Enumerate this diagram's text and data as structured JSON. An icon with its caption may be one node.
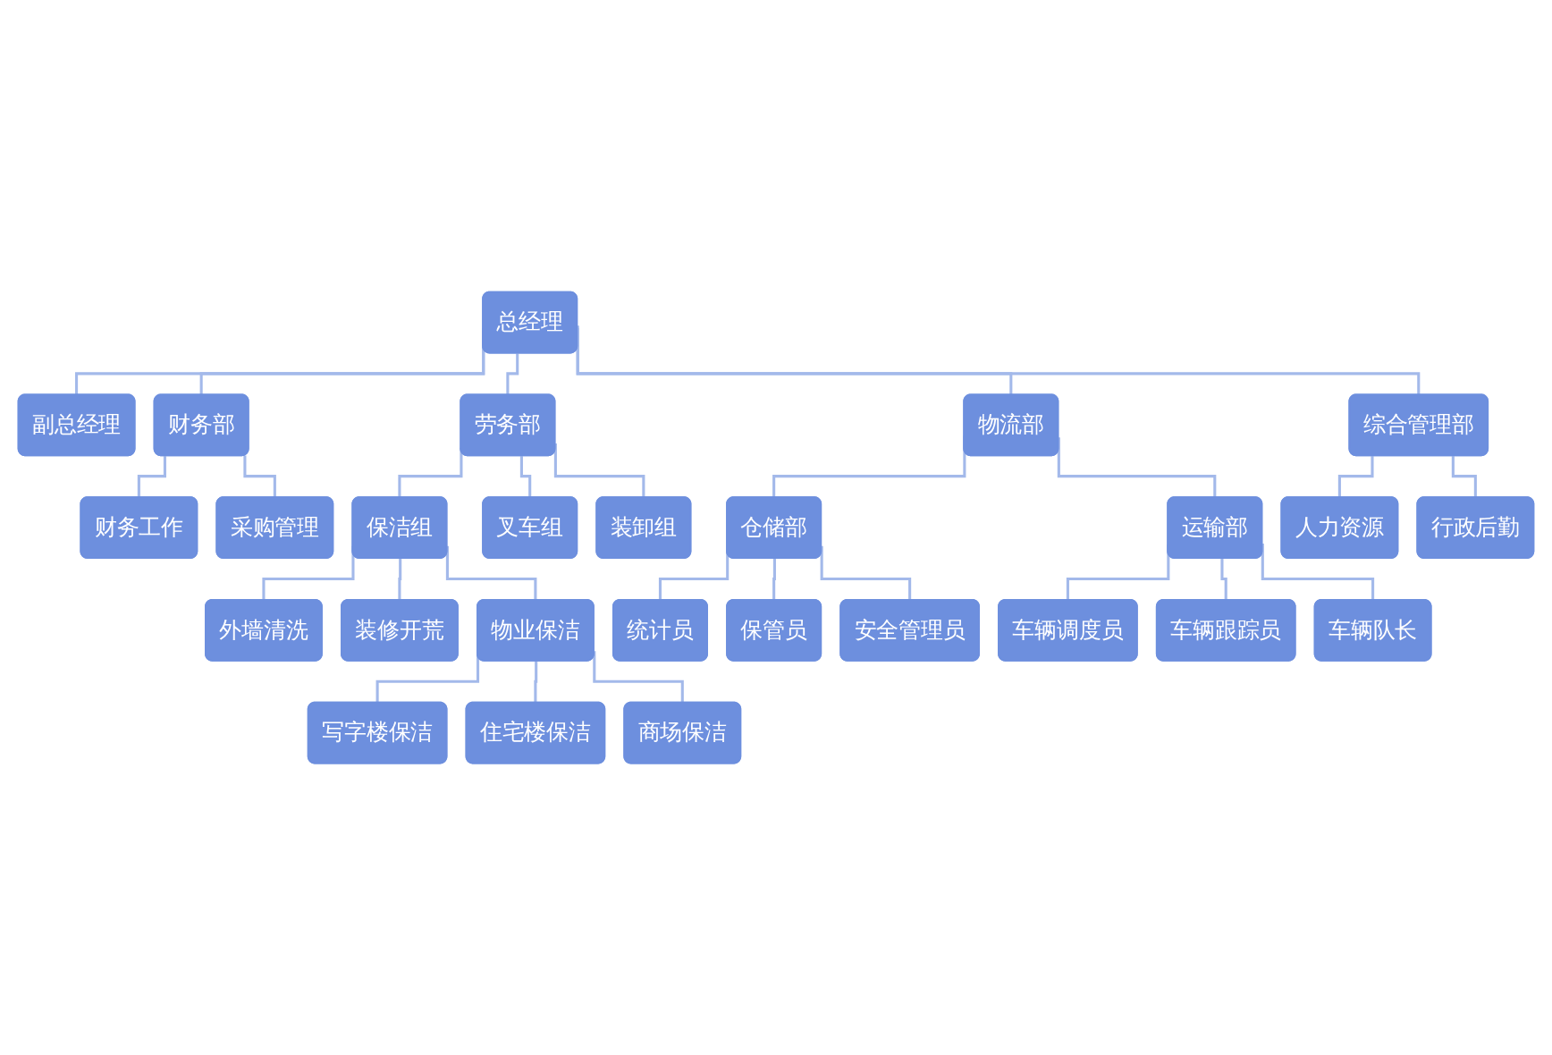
{
  "diagram": {
    "nodes": [
      {
        "text": [
          "总经理"
        ]
      },
      {
        "text": [
          "副总经理"
        ]
      },
      {
        "text": [
          "财务部"
        ]
      },
      {
        "text": [
          "劳务部"
        ]
      },
      {
        "text": [
          "物流部"
        ]
      },
      {
        "text": [
          "综合管理部"
        ]
      },
      {
        "text": [
          "财务工作"
        ]
      },
      {
        "text": [
          "采购管理"
        ]
      },
      {
        "text": [
          "保洁组"
        ]
      },
      {
        "text": [
          "叉车组"
        ]
      },
      {
        "text": [
          "装卸组"
        ]
      },
      {
        "text": [
          "仓储部"
        ]
      },
      {
        "text": [
          "运输部"
        ]
      },
      {
        "text": [
          "人力资源"
        ]
      },
      {
        "text": [
          "行政后勤"
        ]
      },
      {
        "text": [
          "外墙清洗"
        ]
      },
      {
        "text": [
          "装修开荒"
        ]
      },
      {
        "text": [
          "物业保洁"
        ]
      },
      {
        "text": [
          "统计员"
        ]
      },
      {
        "text": [
          "保管员"
        ]
      },
      {
        "text": [
          "安全管理员"
        ]
      },
      {
        "text": [
          "车辆调度员"
        ]
      },
      {
        "text": [
          "车辆跟踪员"
        ]
      },
      {
        "text": [
          "车辆队长"
        ]
      },
      {
        "text": [
          "写字楼保洁"
        ]
      },
      {
        "text": [
          "住宅楼保洁"
        ]
      },
      {
        "text": [
          "商场保洁"
        ]
      }
    ],
    "edges": [
      {
        "from": 0,
        "to": 1,
        "arrow": "none"
      },
      {
        "from": 0,
        "to": 2,
        "arrow": "none"
      },
      {
        "from": 0,
        "to": 3,
        "arrow": "none"
      },
      {
        "from": 0,
        "to": 4,
        "arrow": "none"
      },
      {
        "from": 0,
        "to": 5,
        "arrow": "none"
      },
      {
        "from": 2,
        "to": 6,
        "arrow": "none"
      },
      {
        "from": 2,
        "to": 7,
        "arrow": "none"
      },
      {
        "from": 3,
        "to": 8,
        "arrow": "none"
      },
      {
        "from": 3,
        "to": 9,
        "arrow": "none"
      },
      {
        "from": 3,
        "to": 10,
        "arrow": "none"
      },
      {
        "from": 4,
        "to": 11,
        "arrow": "none"
      },
      {
        "from": 4,
        "to": 12,
        "arrow": "none"
      },
      {
        "from": 5,
        "to": 13,
        "arrow": "none"
      },
      {
        "from": 5,
        "to": 14,
        "arrow": "none"
      },
      {
        "from": 8,
        "to": 15,
        "arrow": "none"
      },
      {
        "from": 8,
        "to": 16,
        "arrow": "none"
      },
      {
        "from": 8,
        "to": 17,
        "arrow": "none"
      },
      {
        "from": 11,
        "to": 18,
        "arrow": "none"
      },
      {
        "from": 11,
        "to": 19,
        "arrow": "none"
      },
      {
        "from": 11,
        "to": 20,
        "arrow": "none"
      },
      {
        "from": 12,
        "to": 21,
        "arrow": "none"
      },
      {
        "from": 12,
        "to": 22,
        "arrow": "none"
      },
      {
        "from": 12,
        "to": 23,
        "arrow": "none"
      },
      {
        "from": 17,
        "to": 24,
        "arrow": "none"
      },
      {
        "from": 17,
        "to": 25,
        "arrow": "none"
      },
      {
        "from": 17,
        "to": 26,
        "arrow": "none"
      }
    ]
  }
}
